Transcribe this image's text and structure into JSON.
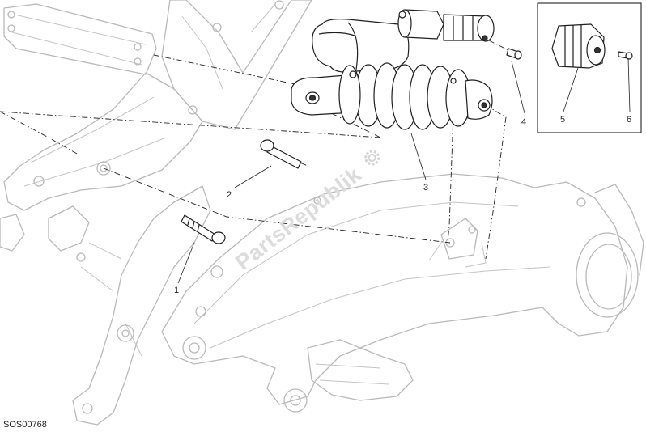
{
  "callouts": [
    "1",
    "2",
    "3",
    "4",
    "5",
    "6"
  ],
  "drawing_code": "SOS00768",
  "watermark": "PartsRepublik"
}
